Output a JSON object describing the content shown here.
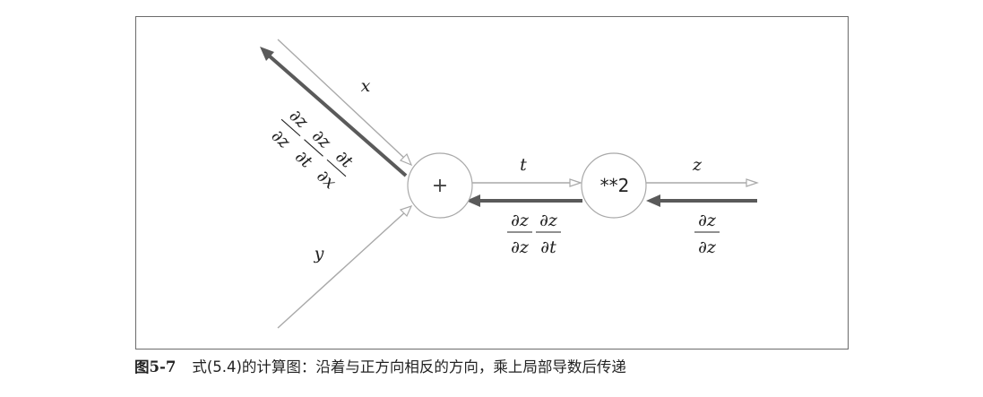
{
  "diagram": {
    "nodes": {
      "add": "+",
      "square": "**2"
    },
    "edges": {
      "x": "x",
      "y": "y",
      "t": "t",
      "z": "z"
    },
    "gradients": {
      "z_out": {
        "num": "∂z",
        "den": "∂z"
      },
      "t_back": {
        "num1": "∂z",
        "den1": "∂z",
        "num2": "∂z",
        "den2": "∂t"
      },
      "x_back": {
        "num1": "∂z",
        "den1": "∂z",
        "num2": "∂z",
        "den2": "∂t",
        "num3": "∂t",
        "den3": "∂x"
      }
    }
  },
  "caption": {
    "number": "图5-7",
    "text": "式(5.4)的计算图：沿着与正方向相反的方向，乘上局部导数后传递"
  }
}
